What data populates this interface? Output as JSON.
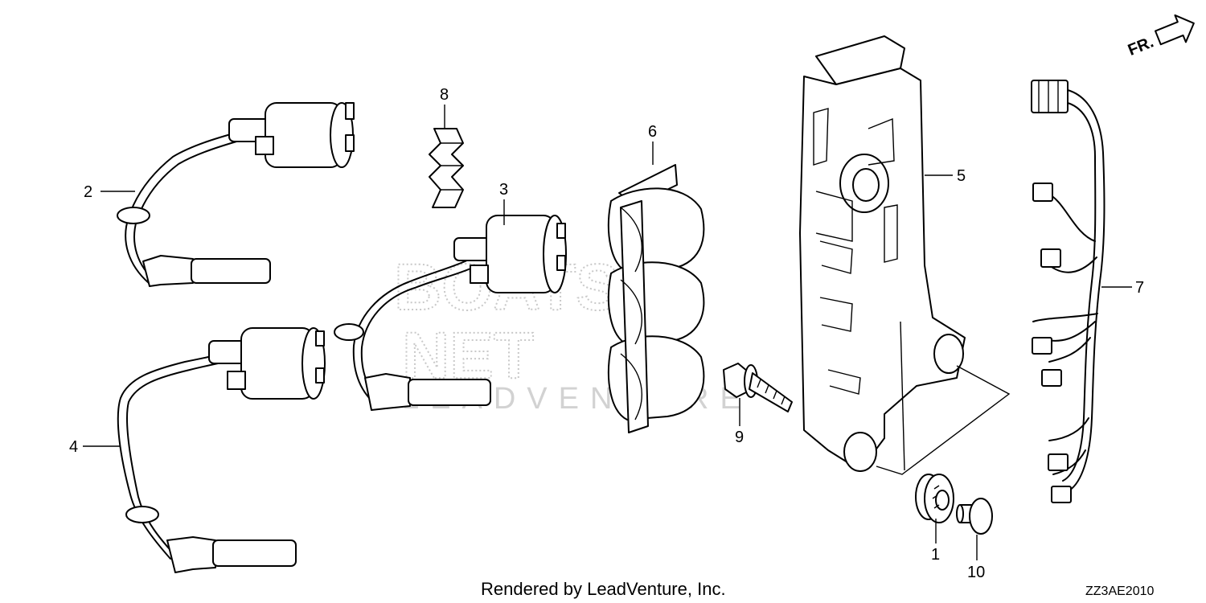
{
  "callouts": {
    "p1": "1",
    "p2": "2",
    "p3": "3",
    "p4": "4",
    "p5": "5",
    "p6": "6",
    "p7": "7",
    "p8": "8",
    "p9": "9",
    "p10": "10"
  },
  "direction_label": "FR.",
  "footer_text": "Rendered by LeadVenture, Inc.",
  "diagram_code": "ZZ3AE2010",
  "watermark_text": "LEADVENTURE",
  "colors": {
    "line": "#000000",
    "background": "#ffffff",
    "watermark": "#c9c9c9"
  }
}
